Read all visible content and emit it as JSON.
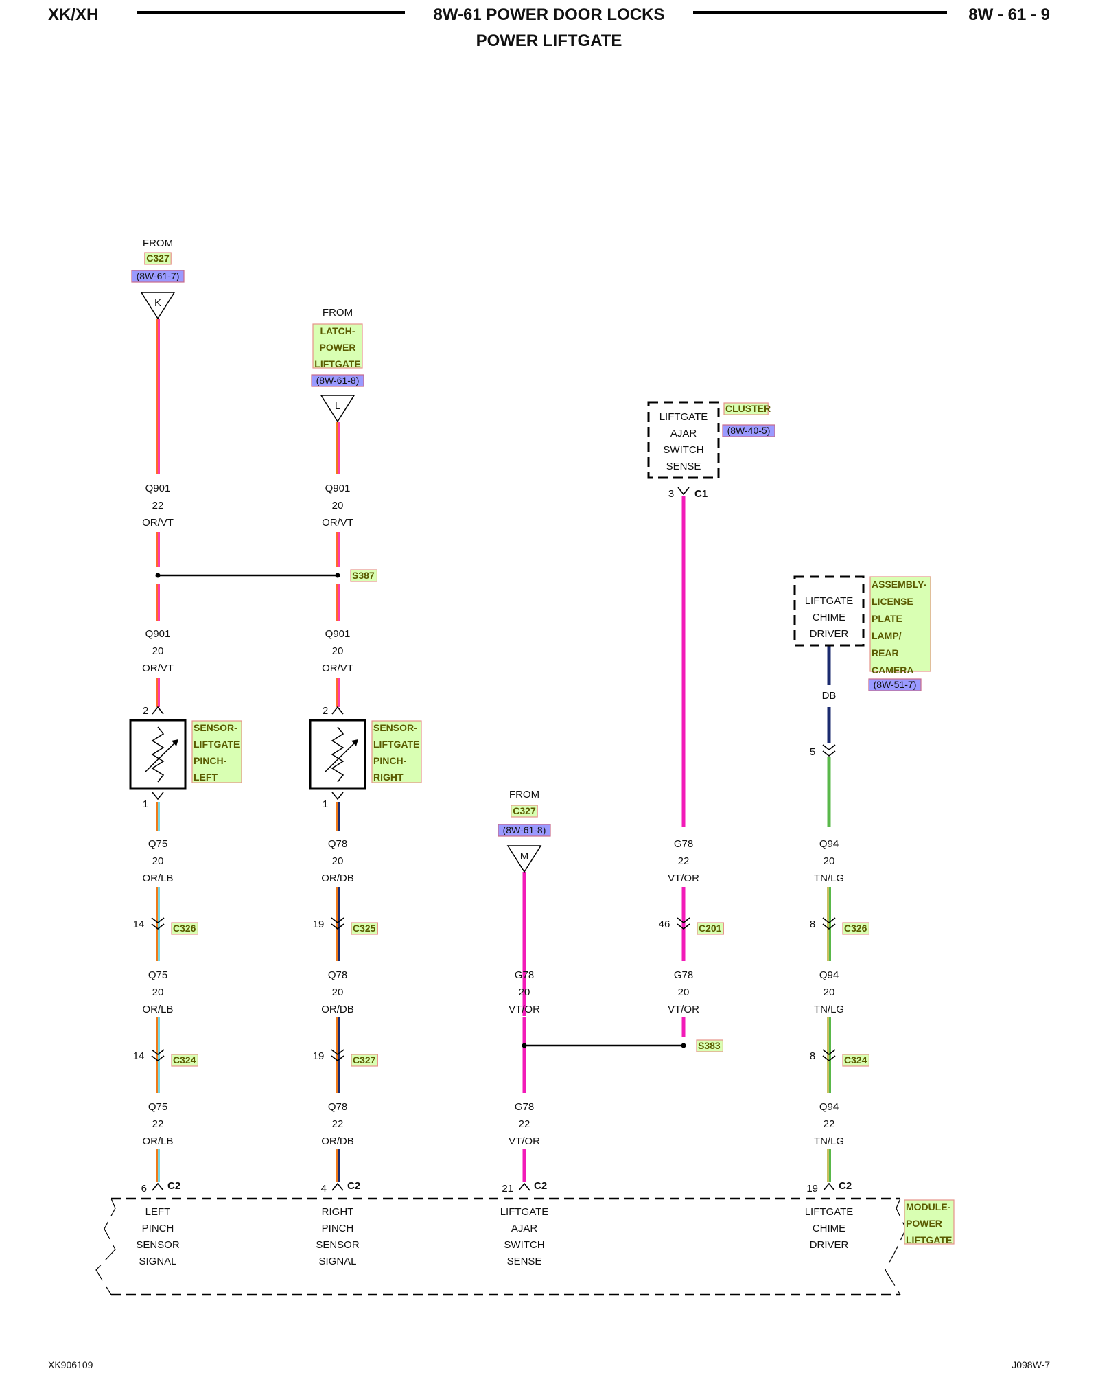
{
  "header": {
    "left": "XK/XH",
    "title": "8W-61 POWER DOOR LOCKS",
    "subtitle": "POWER LIFTGATE",
    "page": "8W - 61 - 9"
  },
  "footer": {
    "left": "XK906109",
    "right": "J098W-7"
  },
  "colors": {
    "or_vt_a": "#ff6a2a",
    "or_vt_b": "#ff3ba8",
    "orange": "#f07a18",
    "lb": "#7ad6e0",
    "db_dark": "#1a2a6e",
    "pink": "#f21bb8",
    "tan": "#c8c060",
    "lg": "#59b84a",
    "label_fill": "#d9ffb3",
    "label_stroke": "#e6938a",
    "link_fill": "#9a9aff"
  },
  "diagram": {
    "from_k": {
      "from": "FROM",
      "conn": "C327",
      "page": "(8W-61-7)",
      "tag": "K"
    },
    "from_l": {
      "from": "FROM",
      "comp": [
        "LATCH-",
        "POWER",
        "LIFTGATE"
      ],
      "page": "(8W-61-8)",
      "tag": "L"
    },
    "from_m": {
      "from": "FROM",
      "conn": "C327",
      "page": "(8W-61-8)",
      "tag": "M"
    },
    "cluster": {
      "box": [
        "LIFTGATE",
        "AJAR",
        "SWITCH",
        "SENSE"
      ],
      "name": "CLUSTER",
      "page": "(8W-40-5)",
      "pin": "3",
      "conn": "C1"
    },
    "chime": {
      "box": [
        "LIFTGATE",
        "CHIME",
        "DRIVER"
      ],
      "name": [
        "ASSEMBLY-",
        "LICENSE",
        "PLATE",
        "LAMP/",
        "REAR",
        "CAMERA"
      ],
      "page": "(8W-51-7)",
      "wire_color": "DB",
      "pin": "5"
    },
    "wire_a1": [
      "Q901",
      "22",
      "OR/VT"
    ],
    "wire_b1": [
      "Q901",
      "20",
      "OR/VT"
    ],
    "splice_top": "S387",
    "wire_a2": [
      "Q901",
      "20",
      "OR/VT"
    ],
    "wire_b2": [
      "Q901",
      "20",
      "OR/VT"
    ],
    "sensor_left": {
      "name": [
        "SENSOR-",
        "LIFTGATE",
        "PINCH-",
        "LEFT"
      ],
      "pin_top": "2",
      "pin_bot": "1"
    },
    "sensor_right": {
      "name": [
        "SENSOR-",
        "LIFTGATE",
        "PINCH-",
        "RIGHT"
      ],
      "pin_top": "2",
      "pin_bot": "1"
    },
    "wire_a3": [
      "Q75",
      "20",
      "OR/LB"
    ],
    "wire_b3": [
      "Q78",
      "20",
      "OR/DB"
    ],
    "wire_d3": [
      "G78",
      "22",
      "VT/OR"
    ],
    "wire_e3": [
      "Q94",
      "20",
      "TN/LG"
    ],
    "conn_a1": {
      "pin": "14",
      "name": "C326"
    },
    "conn_b1": {
      "pin": "19",
      "name": "C325"
    },
    "conn_d1": {
      "pin": "46",
      "name": "C201"
    },
    "conn_e1": {
      "pin": "8",
      "name": "C326"
    },
    "wire_a4": [
      "Q75",
      "20",
      "OR/LB"
    ],
    "wire_b4": [
      "Q78",
      "20",
      "OR/DB"
    ],
    "wire_c4": [
      "G78",
      "20",
      "VT/OR"
    ],
    "wire_d4": [
      "G78",
      "20",
      "VT/OR"
    ],
    "wire_e4": [
      "Q94",
      "20",
      "TN/LG"
    ],
    "splice_bottom": "S383",
    "conn_a2": {
      "pin": "14",
      "name": "C324"
    },
    "conn_b2": {
      "pin": "19",
      "name": "C327"
    },
    "conn_e2": {
      "pin": "8",
      "name": "C324"
    },
    "wire_a5": [
      "Q75",
      "22",
      "OR/LB"
    ],
    "wire_b5": [
      "Q78",
      "22",
      "OR/DB"
    ],
    "wire_c5": [
      "G78",
      "22",
      "VT/OR"
    ],
    "wire_e5": [
      "Q94",
      "22",
      "TN/LG"
    ],
    "module": {
      "name": [
        "MODULE-",
        "POWER",
        "LIFTGATE"
      ],
      "conn": "C2",
      "pins": [
        "6",
        "4",
        "21",
        "19"
      ],
      "left": [
        "LEFT",
        "PINCH",
        "SENSOR",
        "SIGNAL"
      ],
      "right": [
        "RIGHT",
        "PINCH",
        "SENSOR",
        "SIGNAL"
      ],
      "ajar": [
        "LIFTGATE",
        "AJAR",
        "SWITCH",
        "SENSE"
      ],
      "chime": [
        "LIFTGATE",
        "CHIME",
        "DRIVER"
      ]
    }
  }
}
